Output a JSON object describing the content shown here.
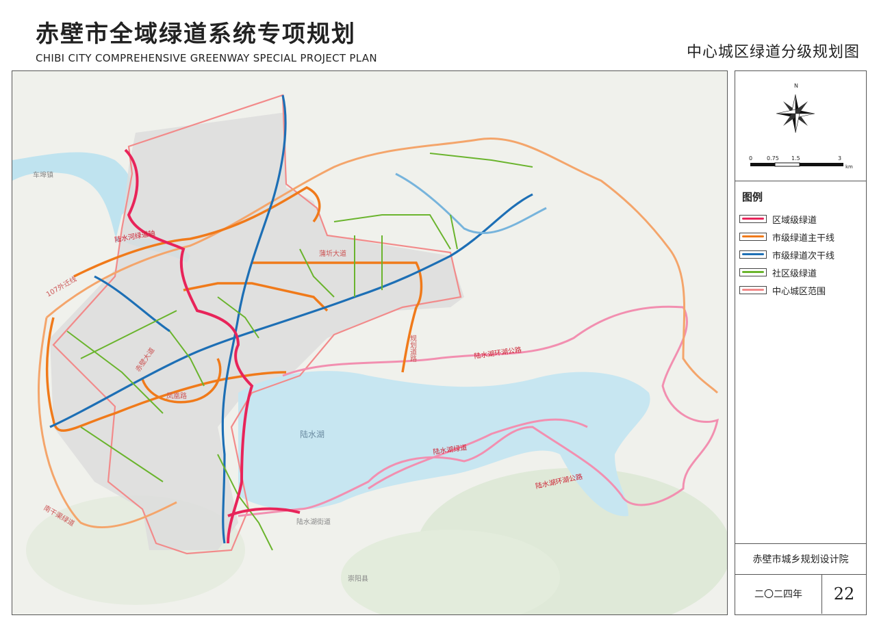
{
  "header": {
    "title_cn": "赤壁市全域绿道系统专项规划",
    "title_en": "CHIBI CITY COMPREHENSIVE GREENWAY SPECIAL PROJECT PLAN",
    "map_name": "中心城区绿道分级规划图"
  },
  "compass": {
    "north": "N",
    "scale_ticks": [
      "0",
      "0.75",
      "1.5",
      "3"
    ],
    "scale_unit": "km"
  },
  "legend": {
    "title": "图例",
    "items": [
      {
        "label": "区域级绿道",
        "color": "#e8245a"
      },
      {
        "label": "市级绿道主干线",
        "color": "#f07a1a"
      },
      {
        "label": "市级绿道次干线",
        "color": "#1d6fb5"
      },
      {
        "label": "社区级绿道",
        "color": "#6ab42d"
      },
      {
        "label": "中心城区范围",
        "color": "#f28a8a"
      }
    ]
  },
  "footer": {
    "organization": "赤壁市城乡规划设计院",
    "date": "二〇二四年",
    "page": "22"
  },
  "map": {
    "lake_name": "陆水湖",
    "route_labels": {
      "canal": "陆水河绿道轴",
      "rd107": "107外迁线",
      "puqi": "蒲圻大道",
      "planned": "规划道路",
      "chibi_ave": "赤壁大道",
      "fenghuang": "凤凰路",
      "ring_north": "陆水湖环湖公路",
      "lake_gw": "陆水湖绿道",
      "ring_south": "陆水湖环湖公路",
      "nangan": "南干渠绿道"
    },
    "place_labels": {
      "cheng_huang": "车埠镇",
      "chonghe": "崇阳县",
      "shenggang": "陆水湖街道"
    },
    "colors": {
      "regional": "#e8245a",
      "main": "#f07a1a",
      "secondary": "#1d6fb5",
      "community": "#6ab42d",
      "boundary": "#f28a8a",
      "water": "#bfe3ef",
      "urban": "#d9d9d9"
    }
  }
}
